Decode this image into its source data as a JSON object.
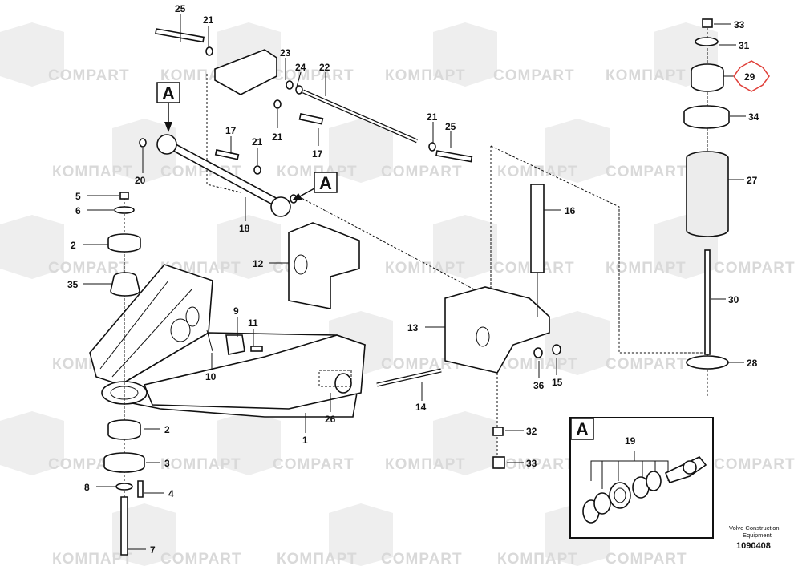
{
  "watermark": {
    "latin": "COMPART",
    "cyrillic": "КОМПАРТ"
  },
  "callouts": {
    "c1": "1",
    "c2a": "2",
    "c2b": "2",
    "c3": "3",
    "c4": "4",
    "c5": "5",
    "c6": "6",
    "c7": "7",
    "c8": "8",
    "c9": "9",
    "c10": "10",
    "c11": "11",
    "c12": "12",
    "c13": "13",
    "c14": "14",
    "c15": "15",
    "c16": "16",
    "c17a": "17",
    "c17b": "17",
    "c18": "18",
    "c20": "20",
    "c21a": "21",
    "c21b": "21",
    "c21c": "21",
    "c21d": "21",
    "c22": "22",
    "c23": "23",
    "c24": "24",
    "c25a": "25",
    "c25b": "25",
    "c26": "26",
    "c27": "27",
    "c28": "28",
    "c29": "29",
    "c30": "30",
    "c31": "31",
    "c32": "32",
    "c33a": "33",
    "c33b": "33",
    "c34": "34",
    "c35": "35",
    "c36": "36"
  },
  "detail_markers": {
    "marker_left": "A",
    "marker_right": "A"
  },
  "detail_box": {
    "letter": "A",
    "callout": "19"
  },
  "highlight": {
    "part": "29",
    "color": "#e0403a"
  },
  "footer": {
    "brand_line1": "Volvo Construction",
    "brand_line2": "Equipment",
    "doc_number": "1090408"
  }
}
